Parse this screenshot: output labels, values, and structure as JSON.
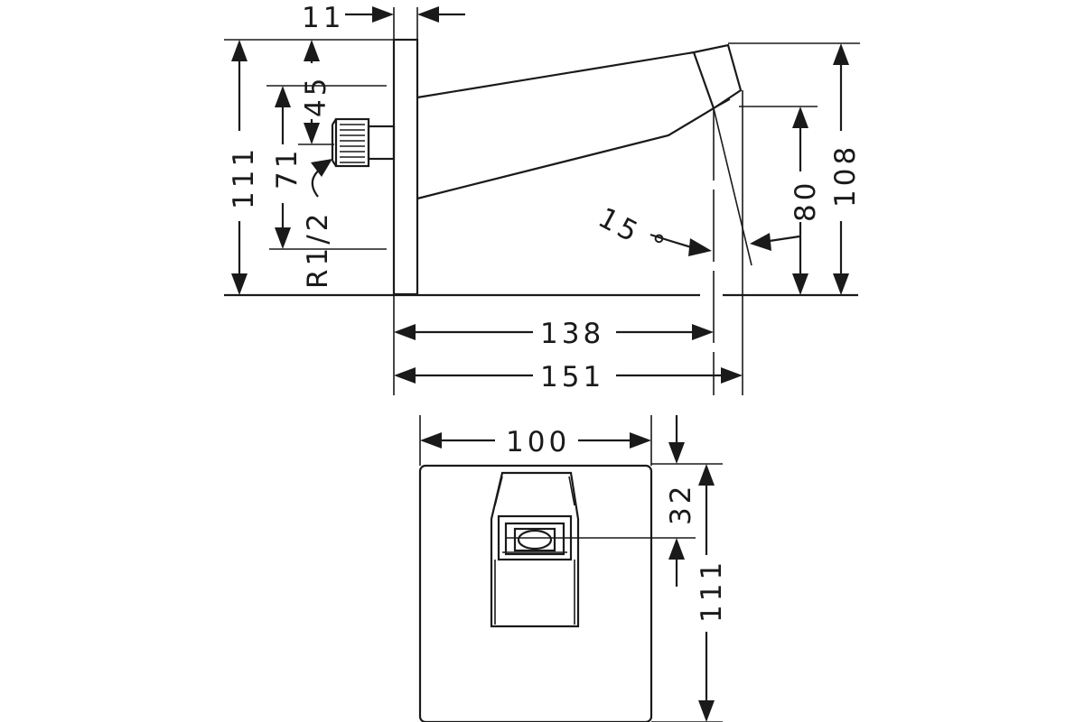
{
  "side_view": {
    "wall_plate_depth": "11",
    "thread_offset": "45",
    "total_height": "111",
    "thread_height": "71",
    "thread_size": "R1/2",
    "spout_angle": "15 °",
    "outlet_height": "80",
    "spout_height": "108",
    "projection_outlet": "138",
    "projection_total": "151"
  },
  "front_view": {
    "plate_width": "100",
    "outlet_offset": "32",
    "plate_height": "111"
  }
}
